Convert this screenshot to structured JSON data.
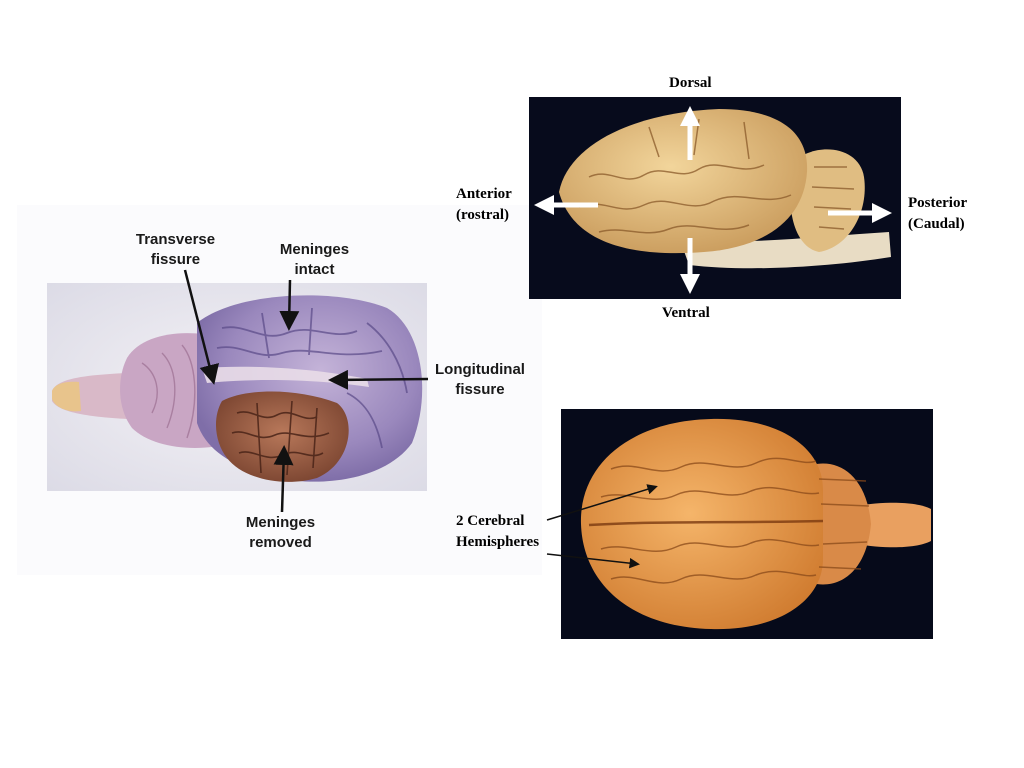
{
  "slide": {
    "left_figure": {
      "transverse_fissure": [
        "Transverse",
        "fissure"
      ],
      "meninges_intact": [
        "Meninges",
        "intact"
      ],
      "longitudinal_fissure": [
        "Longitudinal",
        "fissure"
      ],
      "meninges_removed": [
        "Meninges",
        "removed"
      ]
    },
    "orientation_figure": {
      "dorsal": "Dorsal",
      "ventral": "Ventral",
      "anterior": [
        "Anterior",
        "(rostral)"
      ],
      "posterior": [
        "Posterior",
        "(Caudal)"
      ]
    },
    "dorsal_view_figure": {
      "hemispheres": [
        "2 Cerebral",
        "Hemispheres"
      ]
    }
  }
}
